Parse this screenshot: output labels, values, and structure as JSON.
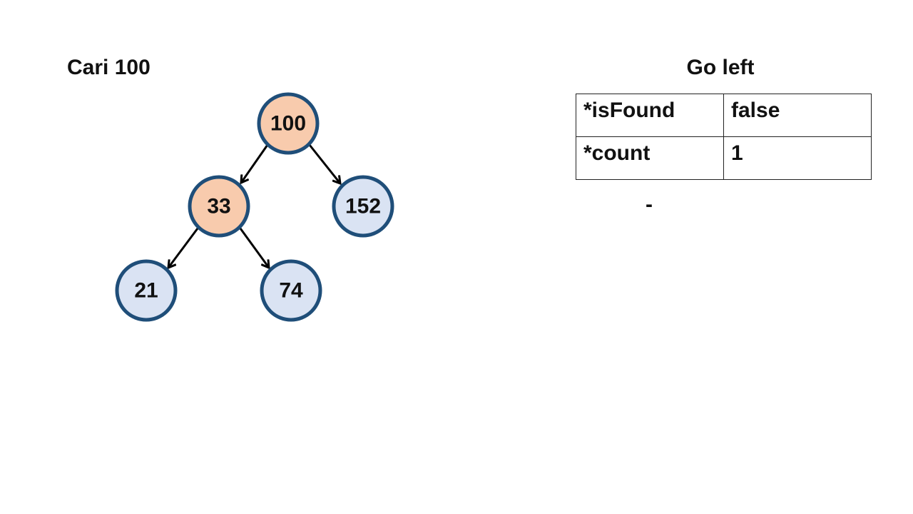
{
  "left_title": "Cari 100",
  "right_title": "Go left",
  "colors": {
    "visited_fill": "#f8cbad",
    "unvisited_fill": "#dae3f3",
    "node_stroke": "#1f4e79",
    "edge": "#000000"
  },
  "tree": {
    "nodes": [
      {
        "id": "n100",
        "label": "100",
        "state": "visited"
      },
      {
        "id": "n33",
        "label": "33",
        "state": "visited"
      },
      {
        "id": "n152",
        "label": "152",
        "state": "unvisited"
      },
      {
        "id": "n21",
        "label": "21",
        "state": "unvisited"
      },
      {
        "id": "n74",
        "label": "74",
        "state": "unvisited"
      }
    ],
    "edges": [
      {
        "from": "n100",
        "to": "n33"
      },
      {
        "from": "n100",
        "to": "n152"
      },
      {
        "from": "n33",
        "to": "n21"
      },
      {
        "from": "n33",
        "to": "n74"
      }
    ]
  },
  "state_table": [
    {
      "key": "*isFound",
      "value": "false"
    },
    {
      "key": "*count",
      "value": "1"
    }
  ],
  "status_text": "-"
}
